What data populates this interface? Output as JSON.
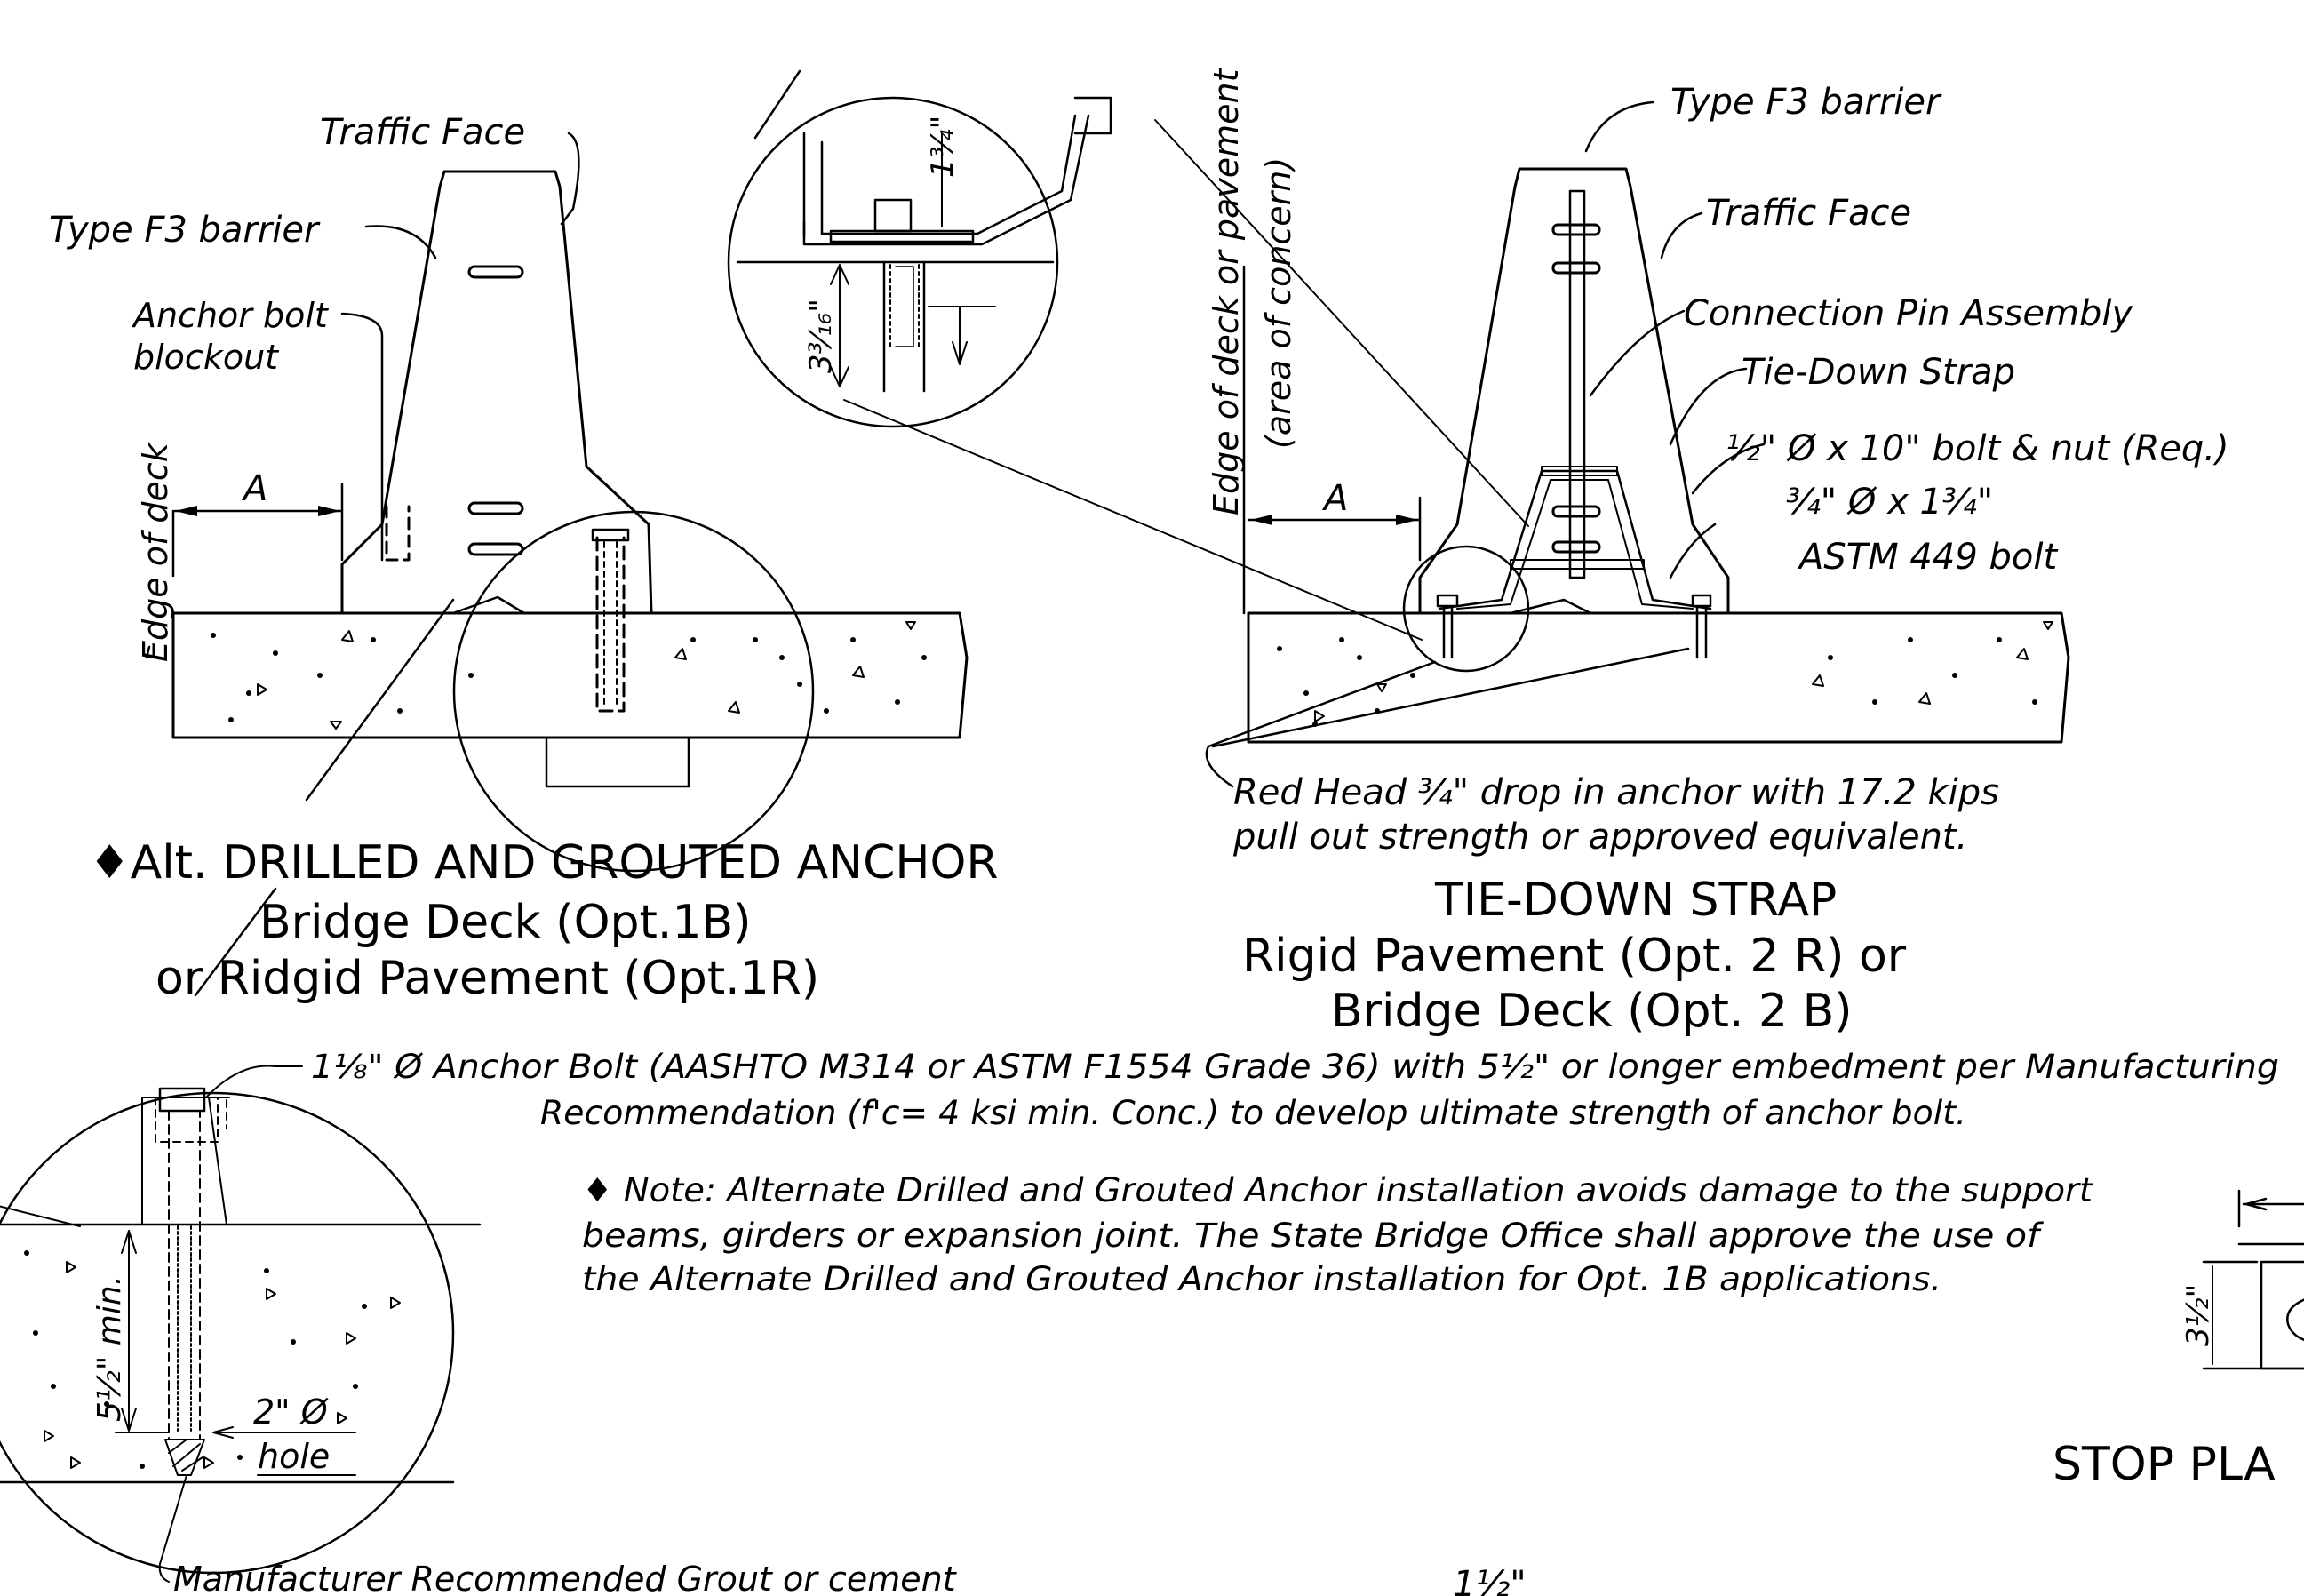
{
  "left_detail": {
    "traffic_face": "Traffic Face",
    "type_f3": "Type F3 barrier",
    "anchor_bolt_1": "Anchor bolt",
    "anchor_bolt_2": "blockout",
    "edge_of_deck": "Edge of deck",
    "dim_a": "A",
    "title_1": "♦Alt. DRILLED AND GROUTED ANCHOR",
    "title_2": "Bridge Deck (Opt.1B)",
    "title_3": "or Ridgid Pavement (Opt.1R)"
  },
  "top_circle": {
    "dim_upper": "1¾\"",
    "dim_lower": "3³⁄₁₆\""
  },
  "vertical_label": {
    "line_1": "Edge of deck or pavement",
    "line_2": "(area of concern)"
  },
  "right_detail": {
    "type_f3": "Type F3 barrier",
    "traffic_face": "Traffic Face",
    "connection_pin": "Connection Pin Assembly",
    "tie_down": "Tie-Down Strap",
    "bolt_nut": "½\" Ø x 10\" bolt & nut (Req.)",
    "astm_bolt_1": "¾\" Ø x 1¾\"",
    "astm_bolt_2": "ASTM 449 bolt",
    "dim_a": "A",
    "red_head_1": "Red Head ¾\" drop in anchor with 17.2 kips",
    "red_head_2": "pull out strength or approved equivalent.",
    "title_1": "TIE-DOWN STRAP",
    "title_2": "Rigid Pavement (Opt. 2 R) or",
    "title_3": "Bridge Deck (Opt. 2 B)"
  },
  "notes": {
    "anchor_bolt_1": "1⅛\" Ø Anchor Bolt (AASHTO M314 or ASTM F1554 Grade 36) with 5½\" or longer embedment per Manufacturing",
    "anchor_bolt_2": "Recommendation (f'c= 4 ksi min. Conc.) to develop ultimate strength of anchor bolt.",
    "alt_note_1": "♦ Note: Alternate Drilled and Grouted Anchor installation avoids damage to the support",
    "alt_note_2": "beams, girders or expansion joint. The State Bridge Office shall approve the use of",
    "alt_note_3": "the Alternate Drilled and Grouted Anchor installation for Opt. 1B applications."
  },
  "bottom_circle": {
    "embed": "5½\" min.",
    "hole_1": "2\" Ø",
    "hole_2": "hole",
    "grout": "Manufacturer Recommended Grout or cement"
  },
  "stop_plate": {
    "dim": "3½\"",
    "title": "STOP PLA"
  },
  "bottom_fraction": "1½\""
}
